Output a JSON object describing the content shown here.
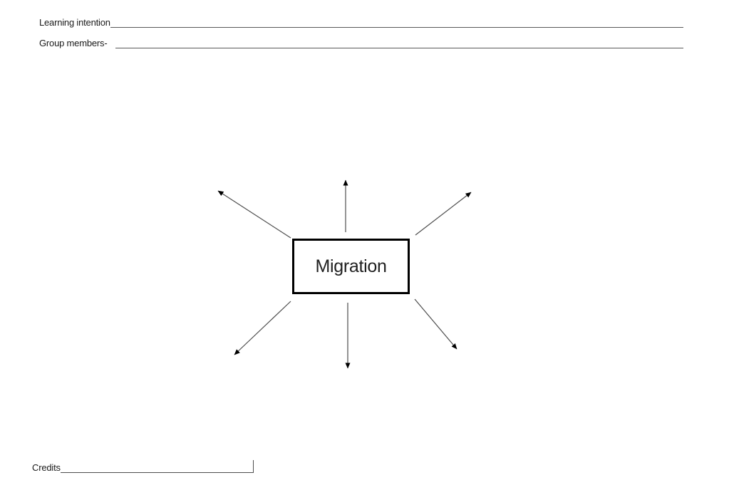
{
  "page": {
    "background": "#ffffff",
    "kind": "spider-diagram worksheet"
  },
  "header": {
    "learning_intention_label": "Learning intention",
    "group_members_label": "Group members-"
  },
  "diagram": {
    "center_label": "Migration",
    "spoke_count": 6,
    "spoke_directions": [
      "up",
      "up-left",
      "up-right",
      "down-left",
      "down",
      "down-right"
    ]
  },
  "footer": {
    "credits_label": "Credits"
  },
  "colors": {
    "ink": "#1a1a1a",
    "box_border": "#000000",
    "line": "#595959",
    "arrow_stroke": "#4d4d4d",
    "arrow_head": "#000000"
  }
}
